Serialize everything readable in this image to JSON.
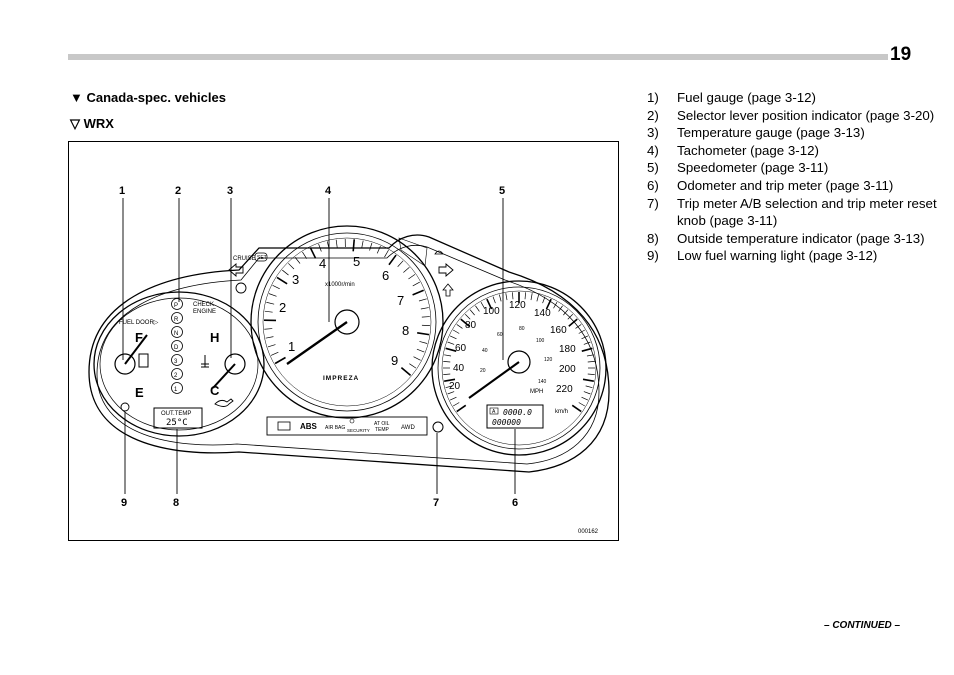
{
  "header": {
    "page_number": "19"
  },
  "section": {
    "heading": "▼ Canada-spec. vehicles",
    "subheading": "▽ WRX"
  },
  "figure": {
    "callouts_top": [
      "1",
      "2",
      "3",
      "4",
      "5"
    ],
    "callouts_bottom": [
      "9",
      "8",
      "7",
      "6"
    ],
    "figure_id": "000162",
    "cluster_labels": {
      "cruise": "CRUISE",
      "set": "SET",
      "fuel_door": "FUEL DOOR▷",
      "check_engine_1": "CHECK",
      "check_engine_2": "ENGINE",
      "fuel_f": "F",
      "fuel_e": "E",
      "temp_h": "H",
      "temp_c": "C",
      "selector": [
        "P",
        "R",
        "N",
        "D",
        "3",
        "2",
        "1"
      ],
      "out_temp": "OUT.TEMP",
      "out_temp_value": "25°C",
      "tach_unit": "x1000r/min",
      "tach_ticks": [
        "1",
        "2",
        "3",
        "4",
        "5",
        "6",
        "7",
        "8",
        "9"
      ],
      "brand": "IMPREZA",
      "warning_row": [
        "ABS",
        "AIR BAG",
        "SECURITY",
        "AT OIL",
        "TEMP",
        "AWD"
      ],
      "speed_ticks": [
        "20",
        "40",
        "60",
        "80",
        "100",
        "120",
        "140",
        "160",
        "180",
        "200",
        "220"
      ],
      "kmh_ticks": [
        "20",
        "40",
        "60",
        "80",
        "100",
        "120",
        "140"
      ],
      "mph": "MPH",
      "kmh": "km/h",
      "odometer": "000000",
      "trip": "0000.0",
      "trip_label": "A"
    }
  },
  "legend": {
    "items": [
      {
        "num": "1)",
        "text": "Fuel gauge (page 3-12)"
      },
      {
        "num": "2)",
        "text": "Selector lever position indicator (page 3-20)"
      },
      {
        "num": "3)",
        "text": "Temperature gauge (page 3-13)"
      },
      {
        "num": "4)",
        "text": "Tachometer (page 3-12)"
      },
      {
        "num": "5)",
        "text": "Speedometer (page 3-11)"
      },
      {
        "num": "6)",
        "text": "Odometer and trip meter (page 3-11)"
      },
      {
        "num": "7)",
        "text": "Trip meter A/B selection and trip meter reset knob (page 3-11)"
      },
      {
        "num": "8)",
        "text": "Outside temperature indicator (page 3-13)"
      },
      {
        "num": "9)",
        "text": "Low fuel warning light (page 3-12)"
      }
    ]
  },
  "footer": {
    "continued": "– CONTINUED –"
  }
}
